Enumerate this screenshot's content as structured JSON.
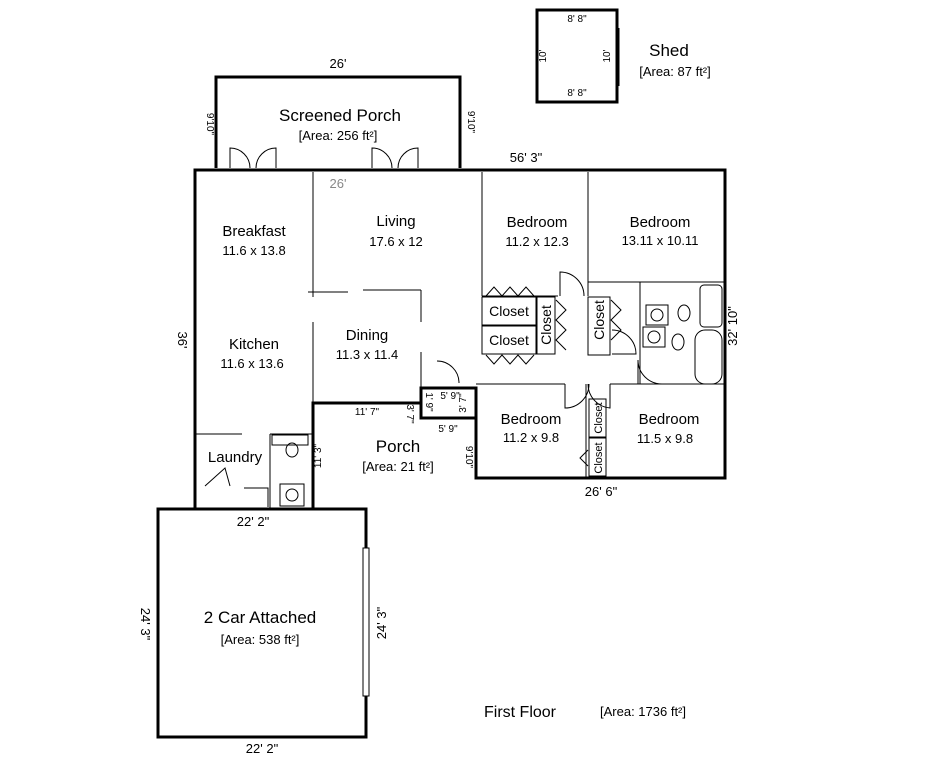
{
  "rooms": {
    "screened_porch": {
      "name": "Screened Porch",
      "area": "[Area: 256 ft²]"
    },
    "breakfast": {
      "name": "Breakfast",
      "size": "11.6 x 13.8"
    },
    "living": {
      "name": "Living",
      "size": "17.6 x 12"
    },
    "bedroom_1": {
      "name": "Bedroom",
      "size": "11.2 x 12.3"
    },
    "bedroom_2": {
      "name": "Bedroom",
      "size": "13.11 x 10.11"
    },
    "kitchen": {
      "name": "Kitchen",
      "size": "11.6 x 13.6"
    },
    "dining": {
      "name": "Dining",
      "size": "11.3 x 11.4"
    },
    "bedroom_3": {
      "name": "Bedroom",
      "size": "11.2 x 9.8"
    },
    "bedroom_4": {
      "name": "Bedroom",
      "size": "11.5 x 9.8"
    },
    "laundry": {
      "name": "Laundry"
    },
    "porch": {
      "name": "Porch",
      "area": "[Area: 21 ft²]"
    },
    "garage": {
      "name": "2 Car Attached",
      "area": "[Area: 538 ft²]"
    },
    "shed": {
      "name": "Shed",
      "area": "[Area: 87 ft²]"
    }
  },
  "closets": {
    "closet_a": "Closet",
    "closet_b": "Closet",
    "closet_c": "Closet",
    "closet_d": "Closet",
    "closet_e": "Closet",
    "closet_f": "Closet"
  },
  "dimensions": {
    "porch_top": "26'",
    "porch_left": "9'10\"",
    "porch_right": "9'10\"",
    "house_top": "56' 3\"",
    "living_inner": "26'",
    "house_left": "36'",
    "house_right": "32' 10\"",
    "bed_bottom": "26' 6\"",
    "bed_left": "9'10\"",
    "porch_wall_top": "11' 7\"",
    "porch_wall_left": "11' 3\"",
    "porch_step_v1": "3' 7\"",
    "porch_step_v2": "1' 9\"",
    "porch_step_h1": "5' 9\"",
    "porch_step_v3": "3' 7\"",
    "porch_step_h2": "5' 9\"",
    "garage_top": "22' 2\"",
    "garage_bottom": "22' 2\"",
    "garage_left": "24' 3\"",
    "garage_inner": "24' 3\"",
    "shed_top": "8' 8\"",
    "shed_bottom": "8' 8\"",
    "shed_left": "10'",
    "shed_right": "10'"
  },
  "footer": {
    "title": "First Floor",
    "area": "[Area: 1736 ft²]"
  }
}
